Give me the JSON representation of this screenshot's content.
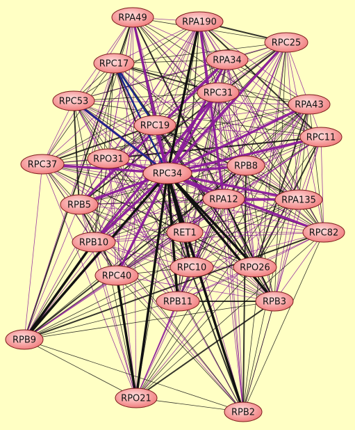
{
  "graph": {
    "background": "#ffffc4",
    "node_fill_inner": "#ffe0e0",
    "node_fill_outer": "#f07878",
    "edge_colors": {
      "black": "#111111",
      "purple": "#8a1a9a",
      "navy": "#1a2a8a"
    },
    "nodes": [
      {
        "id": "RPA49",
        "label": "RPA49"
      },
      {
        "id": "RPA190",
        "label": "RPA190"
      },
      {
        "id": "RPC25",
        "label": "RPC25"
      },
      {
        "id": "RPC17",
        "label": "RPC17"
      },
      {
        "id": "RPA34",
        "label": "RPA34"
      },
      {
        "id": "RPC31",
        "label": "RPC31"
      },
      {
        "id": "RPC53",
        "label": "RPC53"
      },
      {
        "id": "RPA43",
        "label": "RPA43"
      },
      {
        "id": "RPC19",
        "label": "RPC19"
      },
      {
        "id": "RPC11",
        "label": "RPC11"
      },
      {
        "id": "RPC37",
        "label": "RPC37"
      },
      {
        "id": "RPO31",
        "label": "RPO31"
      },
      {
        "id": "RPC34",
        "label": "RPC34"
      },
      {
        "id": "RPB8",
        "label": "RPB8"
      },
      {
        "id": "RPB5",
        "label": "RPB5"
      },
      {
        "id": "RPA12",
        "label": "RPA12"
      },
      {
        "id": "RPA135",
        "label": "RPA135"
      },
      {
        "id": "RET1",
        "label": "RET1"
      },
      {
        "id": "RPC82",
        "label": "RPC82"
      },
      {
        "id": "RPB10",
        "label": "RPB10"
      },
      {
        "id": "RPC10",
        "label": "RPC10"
      },
      {
        "id": "RPO26",
        "label": "RPO26"
      },
      {
        "id": "RPC40",
        "label": "RPC40"
      },
      {
        "id": "RPB11",
        "label": "RPB11"
      },
      {
        "id": "RPB3",
        "label": "RPB3"
      },
      {
        "id": "RPB9",
        "label": "RPB9"
      },
      {
        "id": "RPO21",
        "label": "RPO21"
      },
      {
        "id": "RPB2",
        "label": "RPB2"
      }
    ],
    "thick_black_edges": [
      [
        "RPC34",
        "RPA190"
      ],
      [
        "RPC34",
        "RPB2"
      ],
      [
        "RPC34",
        "RPO21"
      ],
      [
        "RPC34",
        "RPB9"
      ],
      [
        "RPC34",
        "RPB3"
      ],
      [
        "RPC34",
        "RPB11"
      ],
      [
        "RPC34",
        "RPC10"
      ],
      [
        "RPC34",
        "RPO26"
      ],
      [
        "RPC34",
        "RET1"
      ],
      [
        "RPB10",
        "RPB9"
      ],
      [
        "RPC40",
        "RPO21"
      ]
    ],
    "navy_edges": [
      [
        "RPC17",
        "RPC34"
      ],
      [
        "RPC17",
        "RPC19"
      ],
      [
        "RPC53",
        "RPC34"
      ]
    ],
    "thick_purple_edges": [
      [
        "RPC34",
        "RPA34"
      ],
      [
        "RPC34",
        "RPC31"
      ],
      [
        "RPC34",
        "RPC25"
      ],
      [
        "RPC34",
        "RPA43"
      ],
      [
        "RPC34",
        "RPC11"
      ],
      [
        "RPC34",
        "RPB8"
      ],
      [
        "RPC34",
        "RPA12"
      ],
      [
        "RPC34",
        "RPA135"
      ],
      [
        "RPC34",
        "RPC82"
      ],
      [
        "RPC34",
        "RPC19"
      ],
      [
        "RPC34",
        "RPO31"
      ],
      [
        "RPC34",
        "RPC37"
      ],
      [
        "RPC34",
        "RPB5"
      ],
      [
        "RPC34",
        "RPB10"
      ],
      [
        "RPC34",
        "RPC40"
      ],
      [
        "RPC34",
        "RPA49"
      ],
      [
        "RPC34",
        "RPC53"
      ],
      [
        "RPA12",
        "RPA135"
      ],
      [
        "RPA190",
        "RPA12"
      ],
      [
        "RPC31",
        "RPB10"
      ],
      [
        "RPA34",
        "RPB5"
      ]
    ]
  }
}
